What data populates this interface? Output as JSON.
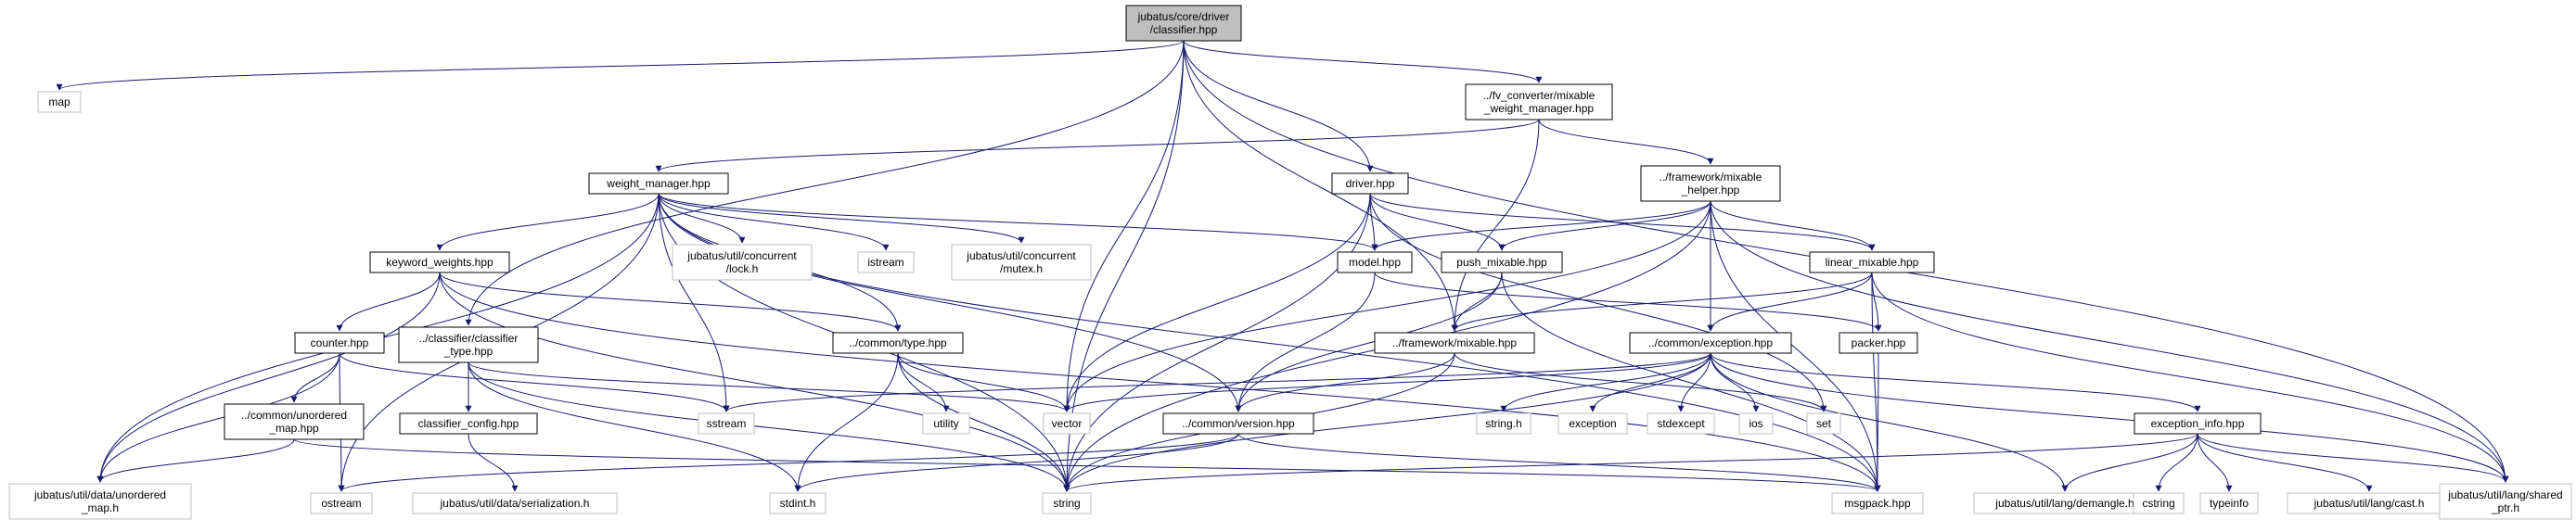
{
  "nodes": [
    {
      "id": "root",
      "lines": [
        "jubatus/core/driver",
        "/classifier.hpp"
      ],
      "kind": "root"
    },
    {
      "id": "map",
      "lines": [
        "map"
      ],
      "kind": "sys"
    },
    {
      "id": "fvconv",
      "lines": [
        "../fv_converter/mixable",
        "_weight_manager.hpp"
      ],
      "kind": "local"
    },
    {
      "id": "weight_manager",
      "lines": [
        "weight_manager.hpp"
      ],
      "kind": "local"
    },
    {
      "id": "driver",
      "lines": [
        "driver.hpp"
      ],
      "kind": "local"
    },
    {
      "id": "mixable_helper",
      "lines": [
        "../framework/mixable",
        "_helper.hpp"
      ],
      "kind": "local"
    },
    {
      "id": "keyword_weights",
      "lines": [
        "keyword_weights.hpp"
      ],
      "kind": "local"
    },
    {
      "id": "lock_h",
      "lines": [
        "jubatus/util/concurrent",
        "/lock.h"
      ],
      "kind": "sys"
    },
    {
      "id": "istream",
      "lines": [
        "istream"
      ],
      "kind": "sys"
    },
    {
      "id": "mutex_h",
      "lines": [
        "jubatus/util/concurrent",
        "/mutex.h"
      ],
      "kind": "sys"
    },
    {
      "id": "model",
      "lines": [
        "model.hpp"
      ],
      "kind": "local"
    },
    {
      "id": "push_mixable",
      "lines": [
        "push_mixable.hpp"
      ],
      "kind": "local"
    },
    {
      "id": "linear_mixable",
      "lines": [
        "linear_mixable.hpp"
      ],
      "kind": "local"
    },
    {
      "id": "counter",
      "lines": [
        "counter.hpp"
      ],
      "kind": "local"
    },
    {
      "id": "classifier_type",
      "lines": [
        "../classifier/classifier",
        "_type.hpp"
      ],
      "kind": "local"
    },
    {
      "id": "common_type",
      "lines": [
        "../common/type.hpp"
      ],
      "kind": "local"
    },
    {
      "id": "fw_mixable",
      "lines": [
        "../framework/mixable.hpp"
      ],
      "kind": "local"
    },
    {
      "id": "common_exception",
      "lines": [
        "../common/exception.hpp"
      ],
      "kind": "local"
    },
    {
      "id": "packer",
      "lines": [
        "packer.hpp"
      ],
      "kind": "local"
    },
    {
      "id": "unordered_map_hpp",
      "lines": [
        "../common/unordered",
        "_map.hpp"
      ],
      "kind": "local"
    },
    {
      "id": "classifier_config",
      "lines": [
        "classifier_config.hpp"
      ],
      "kind": "local"
    },
    {
      "id": "sstream",
      "lines": [
        "sstream"
      ],
      "kind": "sys"
    },
    {
      "id": "utility",
      "lines": [
        "utility"
      ],
      "kind": "sys"
    },
    {
      "id": "vector",
      "lines": [
        "vector"
      ],
      "kind": "sys"
    },
    {
      "id": "common_version",
      "lines": [
        "../common/version.hpp"
      ],
      "kind": "local"
    },
    {
      "id": "string_h",
      "lines": [
        "string.h"
      ],
      "kind": "sys"
    },
    {
      "id": "exception",
      "lines": [
        "exception"
      ],
      "kind": "sys"
    },
    {
      "id": "stdexcept",
      "lines": [
        "stdexcept"
      ],
      "kind": "sys"
    },
    {
      "id": "ios",
      "lines": [
        "ios"
      ],
      "kind": "sys"
    },
    {
      "id": "set",
      "lines": [
        "set"
      ],
      "kind": "sys"
    },
    {
      "id": "exception_info",
      "lines": [
        "exception_info.hpp"
      ],
      "kind": "local"
    },
    {
      "id": "unordered_map_h",
      "lines": [
        "jubatus/util/data/unordered",
        "_map.h"
      ],
      "kind": "sys"
    },
    {
      "id": "ostream",
      "lines": [
        "ostream"
      ],
      "kind": "sys"
    },
    {
      "id": "serialization_h",
      "lines": [
        "jubatus/util/data/serialization.h"
      ],
      "kind": "sys"
    },
    {
      "id": "stdint_h",
      "lines": [
        "stdint.h"
      ],
      "kind": "sys"
    },
    {
      "id": "string",
      "lines": [
        "string"
      ],
      "kind": "sys"
    },
    {
      "id": "msgpack",
      "lines": [
        "msgpack.hpp"
      ],
      "kind": "sys"
    },
    {
      "id": "demangle_h",
      "lines": [
        "jubatus/util/lang/demangle.h"
      ],
      "kind": "sys"
    },
    {
      "id": "cstring",
      "lines": [
        "cstring"
      ],
      "kind": "sys"
    },
    {
      "id": "typeinfo",
      "lines": [
        "typeinfo"
      ],
      "kind": "sys"
    },
    {
      "id": "cast_h",
      "lines": [
        "jubatus/util/lang/cast.h"
      ],
      "kind": "sys"
    },
    {
      "id": "shared_ptr_h",
      "lines": [
        "jubatus/util/lang/shared",
        "_ptr.h"
      ],
      "kind": "sys"
    }
  ],
  "edges": [
    [
      "root",
      "map"
    ],
    [
      "root",
      "fvconv"
    ],
    [
      "root",
      "driver"
    ],
    [
      "root",
      "classifier_type"
    ],
    [
      "root",
      "fw_mixable"
    ],
    [
      "root",
      "vector"
    ],
    [
      "root",
      "string"
    ],
    [
      "root",
      "shared_ptr_h"
    ],
    [
      "fvconv",
      "weight_manager"
    ],
    [
      "fvconv",
      "mixable_helper"
    ],
    [
      "fvconv",
      "fw_mixable"
    ],
    [
      "weight_manager",
      "keyword_weights"
    ],
    [
      "weight_manager",
      "lock_h"
    ],
    [
      "weight_manager",
      "istream"
    ],
    [
      "weight_manager",
      "mutex_h"
    ],
    [
      "weight_manager",
      "model"
    ],
    [
      "weight_manager",
      "common_type"
    ],
    [
      "weight_manager",
      "common_version"
    ],
    [
      "weight_manager",
      "unordered_map_h"
    ],
    [
      "weight_manager",
      "ostream"
    ],
    [
      "weight_manager",
      "sstream"
    ],
    [
      "weight_manager",
      "string"
    ],
    [
      "weight_manager",
      "msgpack"
    ],
    [
      "keyword_weights",
      "counter"
    ],
    [
      "keyword_weights",
      "common_type"
    ],
    [
      "keyword_weights",
      "unordered_map_h"
    ],
    [
      "keyword_weights",
      "string"
    ],
    [
      "keyword_weights",
      "msgpack"
    ],
    [
      "driver",
      "model"
    ],
    [
      "driver",
      "push_mixable"
    ],
    [
      "driver",
      "linear_mixable"
    ],
    [
      "driver",
      "vector"
    ],
    [
      "driver",
      "string"
    ],
    [
      "driver",
      "set"
    ],
    [
      "mixable_helper",
      "model"
    ],
    [
      "mixable_helper",
      "push_mixable"
    ],
    [
      "mixable_helper",
      "linear_mixable"
    ],
    [
      "mixable_helper",
      "common_exception"
    ],
    [
      "mixable_helper",
      "vector"
    ],
    [
      "mixable_helper",
      "string"
    ],
    [
      "mixable_helper",
      "msgpack"
    ],
    [
      "mixable_helper",
      "shared_ptr_h"
    ],
    [
      "model",
      "common_version"
    ],
    [
      "model",
      "packer"
    ],
    [
      "push_mixable",
      "fw_mixable"
    ],
    [
      "push_mixable",
      "common_version"
    ],
    [
      "push_mixable",
      "msgpack"
    ],
    [
      "linear_mixable",
      "fw_mixable"
    ],
    [
      "linear_mixable",
      "common_exception"
    ],
    [
      "linear_mixable",
      "packer"
    ],
    [
      "linear_mixable",
      "msgpack"
    ],
    [
      "linear_mixable",
      "shared_ptr_h"
    ],
    [
      "counter",
      "unordered_map_hpp"
    ],
    [
      "counter",
      "sstream"
    ],
    [
      "counter",
      "ostream"
    ],
    [
      "counter",
      "unordered_map_h"
    ],
    [
      "classifier_type",
      "classifier_config"
    ],
    [
      "classifier_type",
      "vector"
    ],
    [
      "classifier_type",
      "stdint_h"
    ],
    [
      "classifier_type",
      "string"
    ],
    [
      "common_type",
      "utility"
    ],
    [
      "common_type",
      "vector"
    ],
    [
      "common_type",
      "stdint_h"
    ],
    [
      "common_type",
      "string"
    ],
    [
      "fw_mixable",
      "common_version"
    ],
    [
      "fw_mixable",
      "set"
    ],
    [
      "fw_mixable",
      "string"
    ],
    [
      "common_exception",
      "sstream"
    ],
    [
      "common_exception",
      "vector"
    ],
    [
      "common_exception",
      "string_h"
    ],
    [
      "common_exception",
      "exception"
    ],
    [
      "common_exception",
      "stdexcept"
    ],
    [
      "common_exception",
      "ios"
    ],
    [
      "common_exception",
      "exception_info"
    ],
    [
      "common_exception",
      "string"
    ],
    [
      "common_exception",
      "demangle_h"
    ],
    [
      "common_exception",
      "shared_ptr_h"
    ],
    [
      "packer",
      "msgpack"
    ],
    [
      "unordered_map_hpp",
      "unordered_map_h"
    ],
    [
      "unordered_map_hpp",
      "msgpack"
    ],
    [
      "classifier_config",
      "serialization_h"
    ],
    [
      "common_version",
      "ostream"
    ],
    [
      "common_version",
      "stdint_h"
    ],
    [
      "common_version",
      "msgpack"
    ],
    [
      "exception_info",
      "string"
    ],
    [
      "exception_info",
      "demangle_h"
    ],
    [
      "exception_info",
      "cstring"
    ],
    [
      "exception_info",
      "typeinfo"
    ],
    [
      "exception_info",
      "cast_h"
    ],
    [
      "exception_info",
      "shared_ptr_h"
    ]
  ],
  "colors": {
    "edge": "#191970",
    "root_fill": "#bfbfbf",
    "local_fill": "#ffffff",
    "local_stroke": "#000000",
    "sys_stroke": "#bfbfbf",
    "text": "#000000"
  }
}
